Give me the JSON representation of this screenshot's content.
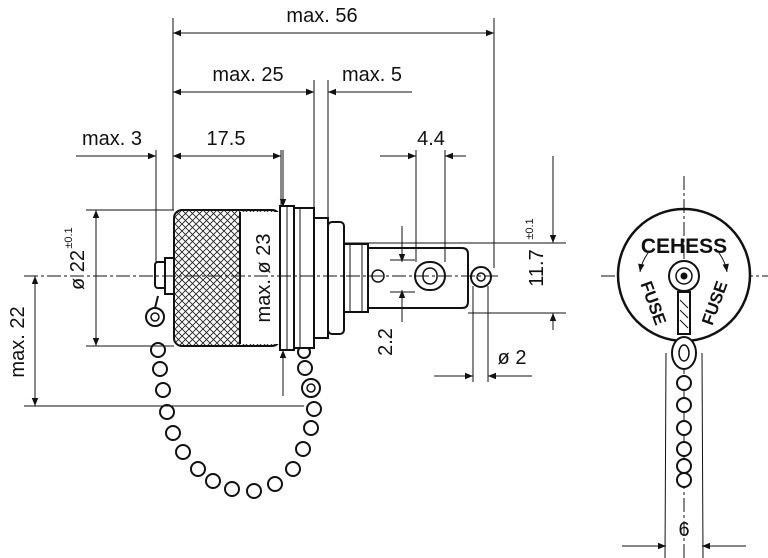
{
  "drawing": {
    "brand_text": "CEHESS",
    "fuse_left": "FUSE",
    "fuse_right": "FUSE",
    "dimensions": {
      "overall_length": "max. 56",
      "cap_length": "max. 25",
      "flange": "max. 5",
      "cap_overhang": "max. 3",
      "knurl_length": "17.5",
      "tab_width": "4.4",
      "body_diameter": "ø 22",
      "body_diameter_tol": "±0.1",
      "cap_diameter": "max. ø 23",
      "panel_height": "11.7",
      "panel_height_tol": "±0.1",
      "hole_diameter": "ø 2",
      "tab_thickness": "2.2",
      "chain_drop": "max. 22",
      "end_width": "6"
    }
  }
}
